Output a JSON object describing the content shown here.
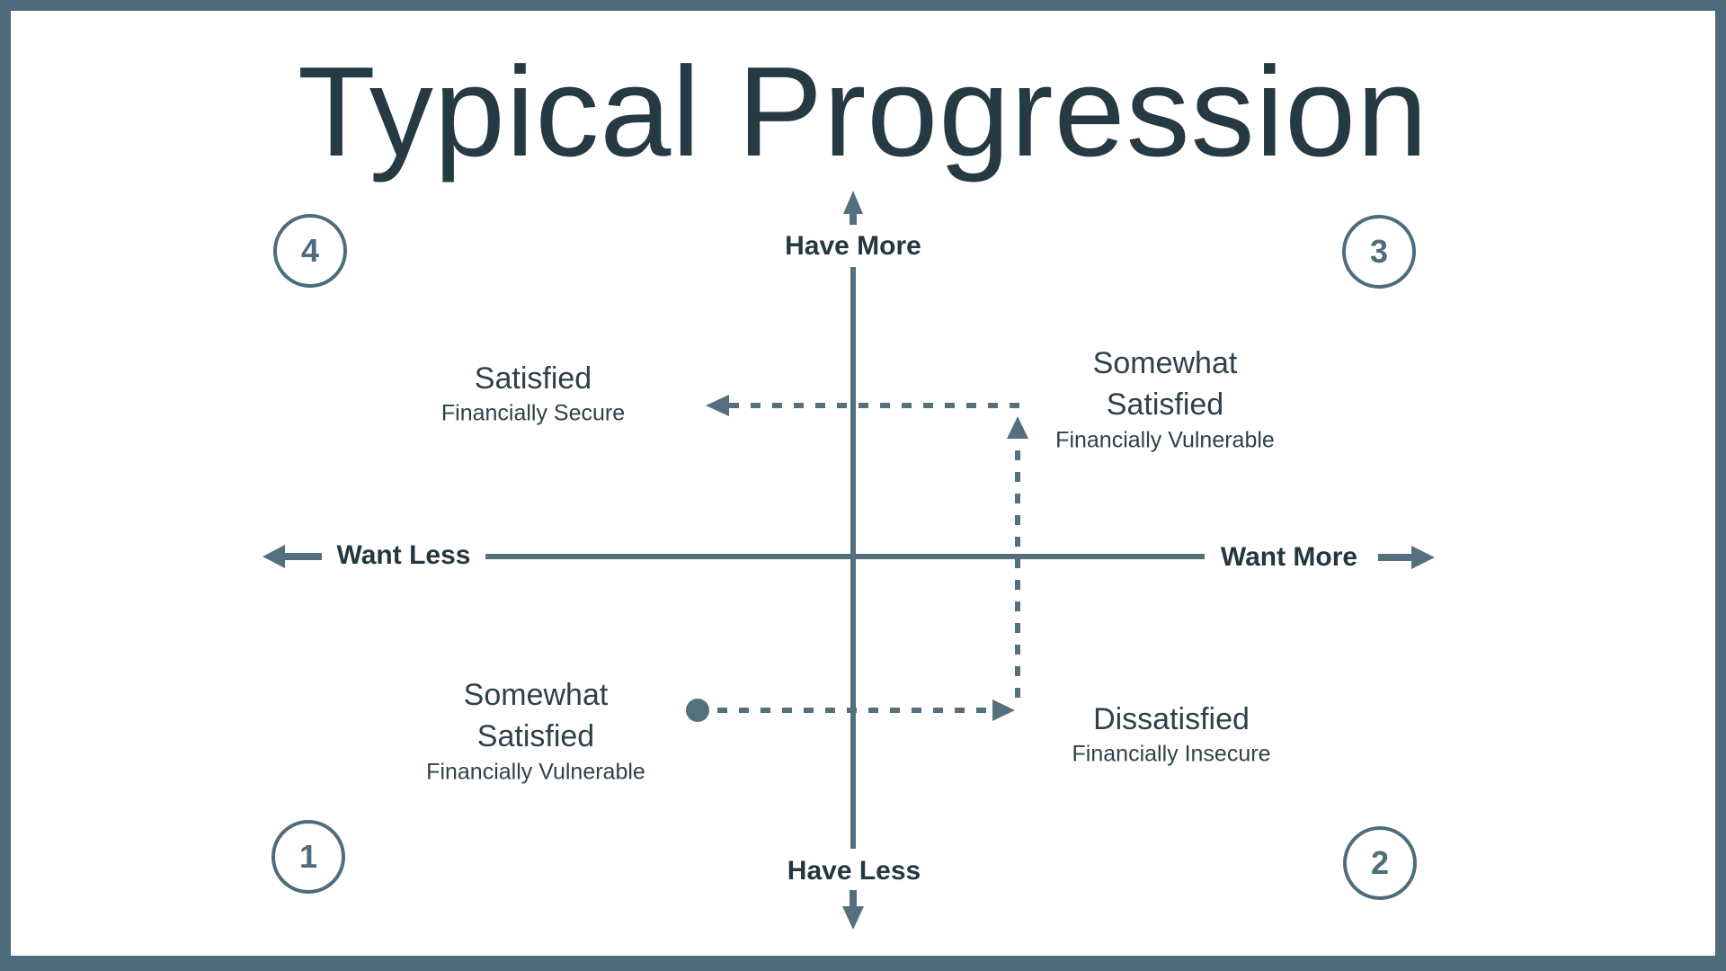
{
  "title": "Typical Progression",
  "colors": {
    "frame_border": "#4d6b7b",
    "line": "#54707f",
    "title_text": "#253a43",
    "axis_label_text": "#233740",
    "quadrant_text": "#2e4149",
    "circle": "#4e6c7c",
    "background": "#ffffff"
  },
  "axes": {
    "vertical": {
      "top_label": "Have More",
      "bottom_label": "Have Less"
    },
    "horizontal": {
      "left_label": "Want Less",
      "right_label": "Want More"
    }
  },
  "quadrants": {
    "top_left": {
      "number": "4",
      "label": "Satisfied",
      "sublabel": "Financially Secure"
    },
    "top_right": {
      "number": "3",
      "label": "Somewhat Satisfied",
      "sublabel": "Financially Vulnerable"
    },
    "bottom_left": {
      "number": "1",
      "label": "Somewhat Satisfied",
      "sublabel": "Financially Vulnerable"
    },
    "bottom_right": {
      "number": "2",
      "label": "Dissatisfied",
      "sublabel": "Financially Insecure"
    }
  },
  "progression_path": {
    "start_marker": "dot-in-bottom-left-quadrant",
    "segments": [
      "dashed-arrow-right-to-bottom-right-quadrant",
      "dashed-arrow-up-to-top-right-quadrant",
      "dashed-arrow-left-to-top-left-quadrant"
    ]
  }
}
